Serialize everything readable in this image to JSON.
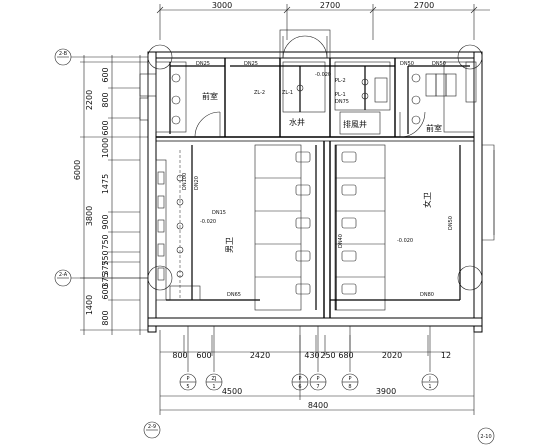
{
  "top_dims": [
    "3000",
    "2700",
    "2700"
  ],
  "left_dims": [
    "600",
    "800",
    "2200",
    "600",
    "1000",
    "1475",
    "3800",
    "900",
    "750",
    "750",
    "375",
    "375",
    "600",
    "1400",
    "800"
  ],
  "left_total": "6000",
  "bottom_dims": [
    "800",
    "600",
    "2420",
    "430",
    "250",
    "680",
    "2020",
    "12"
  ],
  "bottom_sub": [
    "4500",
    "3900"
  ],
  "bottom_total": "8400",
  "axes": {
    "top_left": "2-B",
    "mid_left": "2-A",
    "bottom_left": "2-9",
    "bottom_right": "2-10"
  },
  "rooms": {
    "men_room": "男卫",
    "women_room": "女卫",
    "left_utility": "前室",
    "right_utility": "前室",
    "water_well": "水井",
    "exhaust_well": "排風井"
  },
  "pipe_labels": {
    "dn25_left": "DN25",
    "dn25_center": "DN25",
    "dn50_right": "DN50",
    "dn50_right2": "DN50",
    "elev_center": "-0.020",
    "elev_men": "-0.020",
    "elev_women": "-0.020",
    "zl2": "ZL-2",
    "zl1": "ZL-1",
    "pl2": "PL-2",
    "pl1": "PL-1",
    "dn75": "DN75",
    "dn65": "DN65",
    "dn100": "DN100",
    "dn20": "DN20",
    "dn15": "DN15",
    "dn40": "DN40",
    "dn80": "DN80"
  },
  "riser_tags": [
    {
      "top": "P",
      "bottom": "5"
    },
    {
      "top": "ZJ",
      "bottom": "1"
    },
    {
      "top": "P",
      "bottom": "6"
    },
    {
      "top": "P",
      "bottom": "7"
    },
    {
      "top": "P",
      "bottom": "8"
    },
    {
      "top": "J",
      "bottom": "1"
    }
  ]
}
